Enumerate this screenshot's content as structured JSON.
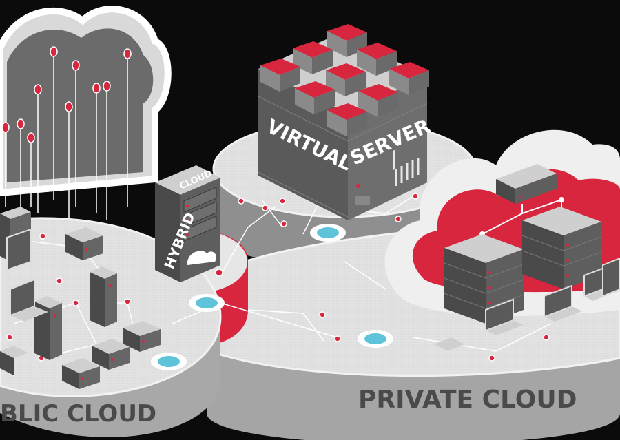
{
  "labels": {
    "public_cloud": "BLIC CLOUD",
    "private_cloud": "PRIVATE CLOUD",
    "virtual": "VIRTUAL",
    "server": "SERVER",
    "hybrid": "HYBRID",
    "cloud_small": "CLOUD"
  },
  "colors": {
    "background": "#0b0b0b",
    "accent_red": "#d7263d",
    "platform_light": "#e6e6e6",
    "platform_side": "#9a9a9a",
    "server_dark": "#4a4a4a",
    "hub_blue": "#5fc3d9"
  }
}
